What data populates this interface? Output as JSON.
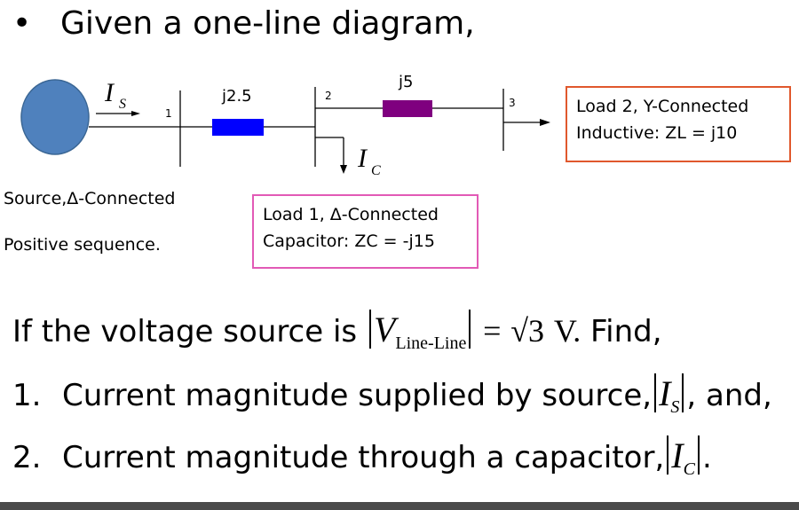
{
  "heading": {
    "bullet": "•",
    "text": "Given a one-line diagram,"
  },
  "diagram": {
    "bus_labels": [
      "1",
      "2",
      "3"
    ],
    "impedances": [
      "j2.5",
      "j5"
    ],
    "source_current": {
      "symbol": "I",
      "subscript": "S"
    },
    "capacitor_current": {
      "symbol": "I",
      "subscript": "C"
    },
    "source_notes": [
      "Source,Δ-Connected",
      "Positive sequence."
    ],
    "load1": {
      "line1": "Load 1, Δ-Connected",
      "line2": "Capacitor: ZC = -j15"
    },
    "load2": {
      "line1": "Load 2, Y-Connected",
      "line2": "Inductive: ZL = j10"
    },
    "colors": {
      "source": "#4f81bd",
      "line_impedance_1": "#0000ff",
      "line_impedance_2": "#7f007f",
      "load1_border": "#e25ab6",
      "load2_border": "#e0582d"
    }
  },
  "question": {
    "intro": "If the voltage source is",
    "v_symbol": "V",
    "v_subscript": "Line-Line",
    "equals": "=",
    "sqrt3": "√3",
    "unit": "V.",
    "find": "Find,",
    "items": [
      {
        "number": "1.",
        "text": "Current magnitude supplied by source,",
        "symbol": "I",
        "subscript": "S",
        "tail": ", and,"
      },
      {
        "number": "2.",
        "text": "Current magnitude through a capacitor,",
        "symbol": "I",
        "subscript": "C",
        "tail": "."
      }
    ]
  }
}
